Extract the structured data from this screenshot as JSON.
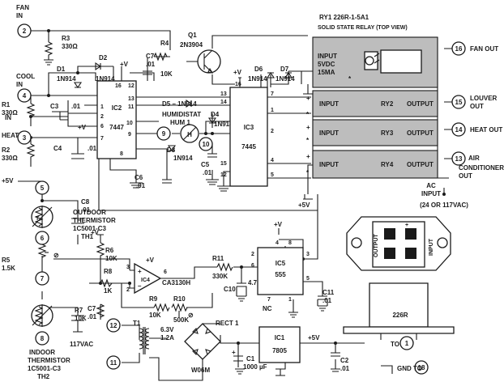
{
  "terminals": {
    "t2": "2",
    "t4": "4",
    "t3": "3",
    "t5": "5",
    "t6": "6",
    "t7": "7",
    "t8": "8",
    "t9": "9",
    "t10": "10",
    "t11": "11",
    "t12": "12",
    "t13": "13",
    "t14": "14",
    "t15": "15",
    "t16": "16",
    "t1_ref": "1",
    "t18_ref": "18"
  },
  "inputs": {
    "fan_in": [
      "FAN",
      "IN"
    ],
    "cool_in": [
      "COOL",
      "IN"
    ],
    "heat_in": [
      "HEAT",
      "IN"
    ],
    "ac_input": [
      "AC",
      "INPUT",
      "(24 OR 117VAC)"
    ],
    "vac": "117VAC"
  },
  "outputs": {
    "fan_out": "FAN OUT",
    "louver_out": [
      "LOUVER",
      "OUT"
    ],
    "heat_out": "HEAT OUT",
    "air_cond_out": [
      "AIR",
      "CONDITIONER",
      "OUT"
    ],
    "to_1": "TO",
    "gnd_to_18": "GND TO"
  },
  "relays": {
    "ry1_title": "RY1  226R-1-5A1",
    "ry1_subtitle": "SOLID STATE RELAY (TOP VIEW)",
    "ry1_input": [
      "INPUT",
      "5VDC",
      "15MA"
    ],
    "input_label": "INPUT",
    "output_label": "OUTPUT",
    "ry2": "RY2",
    "ry3": "RY3",
    "ry4": "RY4",
    "package_input": "INPUT",
    "package_output": "OUTPUT",
    "package_part": "226R"
  },
  "ics": {
    "ic2": "IC2",
    "ic2_part": "7447",
    "ic3": "IC3",
    "ic3_part": "7445",
    "ic4": "IC4",
    "ic4_part": "CA3130H",
    "ic5": "IC5",
    "ic5_part": "555",
    "ic1": "IC1",
    "ic1_part": "7805",
    "nc": "NC"
  },
  "pins": {
    "ic2": [
      "16",
      "12",
      "1",
      "2",
      "6",
      "7",
      "8",
      "11",
      "10",
      "9",
      "13"
    ],
    "ic3": [
      "16",
      "13",
      "14",
      "7",
      "1",
      "2",
      "15",
      "4",
      "5",
      "12"
    ],
    "ic4": [
      "3",
      "2",
      "6"
    ],
    "ic5": [
      "4",
      "8",
      "2",
      "6",
      "3",
      "5",
      "7",
      "1"
    ]
  },
  "components": {
    "r3": [
      "R3",
      "330Ω"
    ],
    "r1": [
      "R1",
      "330Ω"
    ],
    "r2": [
      "R2",
      "330Ω"
    ],
    "r4": [
      "R4",
      "10K"
    ],
    "r5": [
      "R5",
      "1.5K"
    ],
    "r6": [
      "R6",
      "10K"
    ],
    "r7": [
      "R7",
      "10K"
    ],
    "r8": [
      "R8",
      "1K"
    ],
    "r9": [
      "R9",
      "10K"
    ],
    "r10": [
      "R10",
      "500K"
    ],
    "r11": [
      "R11",
      "330K"
    ],
    "d1": [
      "D1",
      "1N914"
    ],
    "d2": [
      "D2",
      "1N914"
    ],
    "d3": [
      "D3",
      "1N914"
    ],
    "d4": [
      "D4",
      "1N914"
    ],
    "d5": "D5 – 1N914",
    "d6": [
      "D6",
      "1N914"
    ],
    "d7": [
      "D7",
      "1N914"
    ],
    "q1": [
      "Q1",
      "2N3904"
    ],
    "c1": [
      "C1",
      "1000 µF"
    ],
    "c2": [
      "C2",
      ".01"
    ],
    "c3": [
      "C3",
      ".01"
    ],
    "c4": [
      "C4",
      ".01"
    ],
    "c5": [
      "C5",
      ".01"
    ],
    "c6": [
      "C6",
      ".01"
    ],
    "c7": [
      "C7",
      ".01"
    ],
    "c8": [
      "C8",
      ".01"
    ],
    "c10": [
      "C10",
      "4.7µF"
    ],
    "c11": [
      "C11",
      ".01"
    ],
    "t1": [
      "T1",
      "6.3V",
      "1.2A"
    ],
    "rect1": "RECT 1",
    "w06m": "W06M",
    "humidistat": [
      "HUMIDISTAT",
      "HUM 1"
    ],
    "th1": [
      "OUTDOOR",
      "THERMISTOR",
      "1C5001-C3",
      "TH1"
    ],
    "th2": [
      "INDOOR",
      "THERMISTOR",
      "1C5001-C3",
      "TH2"
    ]
  },
  "power": {
    "vplus": "+V",
    "v5": "+5V"
  },
  "symbols": {
    "plus": "+",
    "minus": "–",
    "star": "*",
    "theta": "⊘",
    "thermistor_t": "T",
    "h": "H",
    "adj": "⊘"
  }
}
